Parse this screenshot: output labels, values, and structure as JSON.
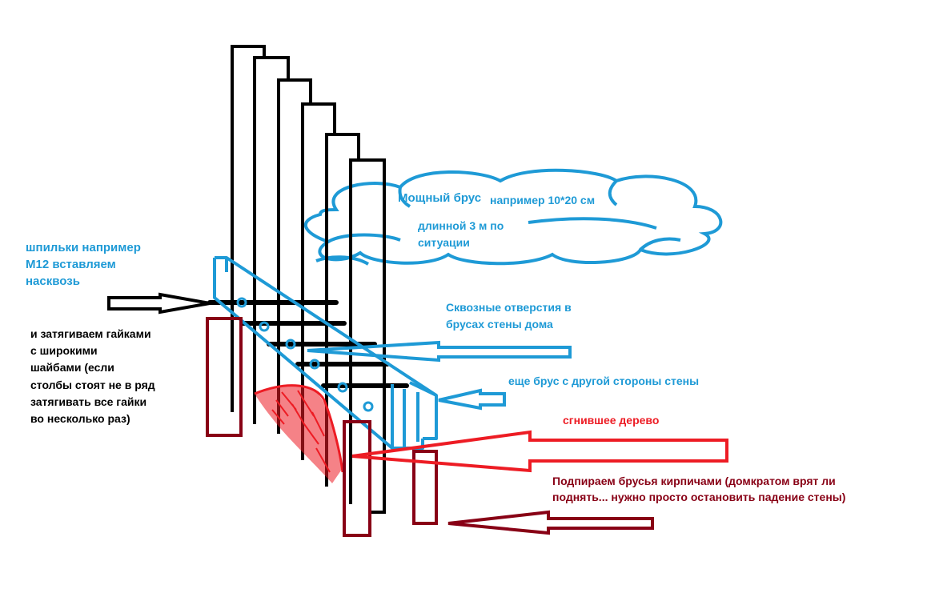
{
  "colors": {
    "black": "#000000",
    "blue": "#1e9ad6",
    "red": "#ed1c24",
    "maroon": "#880015"
  },
  "labels": {
    "cloud_line1a": "Мощный брус",
    "cloud_line1b": "например 10*20 см",
    "cloud_line2": "длинной 3 м по",
    "cloud_line3": "ситуации",
    "studs_line1": "шпильки  например",
    "studs_line2": "М12 вставляем",
    "studs_line3": "насквозь",
    "nuts_line1": "и затягиваем гайками",
    "nuts_line2": "с широкими",
    "nuts_line3": "шайбами (если",
    "nuts_line4": "столбы стоят не в ряд",
    "nuts_line5": "затягивать все гайки",
    "nuts_line6": "во несколько раз)",
    "holes_line1": "Сквозные отверстия в",
    "holes_line2": "брусах стены дома",
    "other_side": "еще брус с другой стороны стены",
    "rotten": "сгнившее дерево",
    "bricks_line1": "Подпираем брусья кирпичами (домкратом врят ли",
    "bricks_line2": "поднять... нужно просто остановить падение стены)"
  }
}
